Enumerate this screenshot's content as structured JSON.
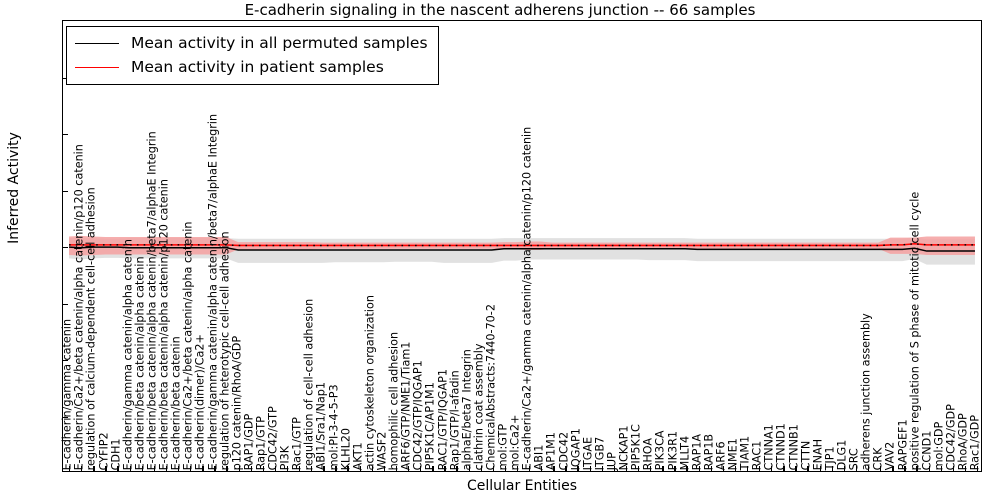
{
  "chart_data": {
    "type": "line",
    "title": "E-cadherin signaling in the nascent adherens junction -- 66 samples",
    "xlabel": "Cellular Entities",
    "ylabel": "Inferred Activity",
    "ylim": [
      -4,
      4
    ],
    "yticks": [
      -4,
      -3,
      -2,
      -1,
      0,
      1,
      2,
      3,
      4
    ],
    "grid": false,
    "legend_position": "upper left",
    "n_samples": 66,
    "categories": [
      "E-cadherin/gamma catenin",
      "E-cadherin/Ca2+/beta catenin/alpha catenin/p120 catenin",
      "regulation of calcium-dependent cell-cell adhesion",
      "CYFIP2",
      "CDH1",
      "E-cadherin/gamma catenin/alpha catenin",
      "E-cadherin/beta catenin/alpha catenin",
      "E-cadherin/beta catenin/alpha catenin/beta7/alphaE Integrin",
      "E-cadherin/beta catenin/alpha catenin/p120 catenin",
      "E-cadherin/beta catenin",
      "E-cadherin/Ca2+/beta catenin/alpha catenin",
      "E-cadherin(dimer)/Ca2+",
      "E-cadherin/gamma catenin/alpha catenin/beta7/alphaE Integrin",
      "regulation of heterotypic cell-cell adhesion",
      "p120 catenin/RhoA/GDP",
      "RAP1/GDP",
      "Rap1/GTP",
      "CDC42/GTP",
      "PI3K",
      "Rac1/GTP",
      "regulation of cell-cell adhesion",
      "ABI1/Sra1/Nap1",
      "mol:PI-3-4-5-P3",
      "KLHL20",
      "AKT1",
      "actin cytoskeleton organization",
      "WASF2",
      "homophilic cell adhesion",
      "ARF6/GTP/NME1/Tiam1",
      "CDC42/GTP/IQGAP1",
      "PIP5K1C/AP1M1",
      "RAC1/GTP/IQGAP1",
      "Rap1/GTP/l-afadin",
      "alphaE/beta7 Integrin",
      "clathrin coat assembly",
      "ChemicalAbstracts:7440-70-2",
      "mol:GTP",
      "mol:Ca2+",
      "E-cadherin/Ca2+/gamma catenin/alpha catenin/p120 catenin",
      "ABI1",
      "AP1M1",
      "CDC42",
      "IQGAP1",
      "ITGAE",
      "ITGB7",
      "JUP",
      "NCKAP1",
      "PIP5K1C",
      "RHOA",
      "PIK3CA",
      "PIK3R1",
      "MLLT4",
      "RAP1A",
      "RAP1B",
      "ARF6",
      "NME1",
      "TIAM1",
      "RAC1",
      "CTNNA1",
      "CTNND1",
      "CTNNB1",
      "CTTN",
      "ENAH",
      "TJP1",
      "DLG1",
      "SRC",
      "adherens junction assembly",
      "CRK",
      "VAV2",
      "RAPGEF1",
      "positive regulation of S phase of mitotic cell cycle",
      "CCND1",
      "mol:GDP",
      "CDC42/GDP",
      "RhoA/GDP",
      "Rac1/GDP"
    ],
    "series": [
      {
        "name": "Mean activity in all permuted samples",
        "color": "#000000",
        "style": "solid",
        "values": [
          -0.02,
          -0.03,
          -0.02,
          -0.02,
          -0.02,
          -0.03,
          -0.03,
          -0.03,
          -0.03,
          -0.03,
          -0.03,
          -0.03,
          -0.03,
          -0.03,
          -0.07,
          -0.07,
          -0.07,
          -0.07,
          -0.07,
          -0.07,
          -0.07,
          -0.07,
          -0.07,
          -0.07,
          -0.07,
          -0.07,
          -0.07,
          -0.07,
          -0.07,
          -0.07,
          -0.07,
          -0.07,
          -0.07,
          -0.07,
          -0.07,
          -0.07,
          -0.05,
          -0.05,
          -0.05,
          -0.05,
          -0.05,
          -0.05,
          -0.05,
          -0.05,
          -0.05,
          -0.05,
          -0.05,
          -0.05,
          -0.05,
          -0.05,
          -0.05,
          -0.05,
          -0.06,
          -0.06,
          -0.06,
          -0.06,
          -0.06,
          -0.06,
          -0.06,
          -0.06,
          -0.06,
          -0.06,
          -0.06,
          -0.06,
          -0.06,
          -0.06,
          -0.06,
          -0.06,
          -0.06,
          -0.06,
          -0.04,
          -0.09,
          -0.09,
          -0.09,
          -0.09,
          -0.09
        ],
        "band_lower": [
          -0.22,
          -0.24,
          -0.22,
          -0.21,
          -0.21,
          -0.22,
          -0.22,
          -0.22,
          -0.22,
          -0.22,
          -0.22,
          -0.22,
          -0.22,
          -0.22,
          -0.3,
          -0.3,
          -0.3,
          -0.3,
          -0.3,
          -0.3,
          -0.3,
          -0.3,
          -0.29,
          -0.29,
          -0.29,
          -0.29,
          -0.29,
          -0.28,
          -0.28,
          -0.28,
          -0.28,
          -0.3,
          -0.3,
          -0.3,
          -0.3,
          -0.3,
          -0.26,
          -0.26,
          -0.24,
          -0.24,
          -0.24,
          -0.24,
          -0.24,
          -0.24,
          -0.24,
          -0.24,
          -0.24,
          -0.24,
          -0.25,
          -0.25,
          -0.25,
          -0.25,
          -0.27,
          -0.27,
          -0.27,
          -0.27,
          -0.27,
          -0.27,
          -0.27,
          -0.27,
          -0.27,
          -0.27,
          -0.27,
          -0.27,
          -0.27,
          -0.27,
          -0.27,
          -0.27,
          -0.27,
          -0.27,
          -0.23,
          -0.33,
          -0.33,
          -0.33,
          -0.33,
          -0.33
        ],
        "band_upper": [
          0.14,
          0.15,
          0.14,
          0.13,
          0.13,
          0.14,
          0.14,
          0.14,
          0.14,
          0.14,
          0.14,
          0.14,
          0.14,
          0.14,
          0.13,
          0.13,
          0.13,
          0.13,
          0.13,
          0.13,
          0.13,
          0.13,
          0.13,
          0.13,
          0.13,
          0.13,
          0.13,
          0.13,
          0.13,
          0.13,
          0.13,
          0.13,
          0.13,
          0.13,
          0.13,
          0.13,
          0.14,
          0.14,
          0.14,
          0.14,
          0.14,
          0.14,
          0.14,
          0.14,
          0.14,
          0.14,
          0.14,
          0.14,
          0.14,
          0.14,
          0.14,
          0.14,
          0.13,
          0.13,
          0.13,
          0.13,
          0.13,
          0.13,
          0.13,
          0.13,
          0.13,
          0.13,
          0.13,
          0.13,
          0.13,
          0.13,
          0.13,
          0.13,
          0.13,
          0.13,
          0.16,
          0.12,
          0.12,
          0.12,
          0.12,
          0.12
        ]
      },
      {
        "name": "Mean activity in patient samples",
        "color": "#ff0000",
        "style": "dotted",
        "values": [
          0.02,
          0.02,
          0.02,
          0.02,
          0.02,
          0.02,
          0.02,
          0.02,
          0.02,
          0.02,
          0.02,
          0.02,
          0.02,
          0.02,
          0.01,
          0.01,
          0.01,
          0.01,
          0.01,
          0.01,
          0.01,
          0.01,
          0.01,
          0.01,
          0.01,
          0.01,
          0.01,
          0.01,
          0.01,
          0.01,
          0.01,
          0.01,
          0.01,
          0.01,
          0.01,
          0.01,
          0.01,
          0.01,
          0.01,
          0.01,
          0.01,
          0.01,
          0.01,
          0.01,
          0.01,
          0.01,
          0.01,
          0.01,
          0.01,
          0.01,
          0.01,
          0.01,
          0.01,
          0.01,
          0.01,
          0.01,
          0.01,
          0.01,
          0.01,
          0.01,
          0.01,
          0.01,
          0.01,
          0.01,
          0.01,
          0.01,
          0.01,
          0.01,
          0.02,
          0.02,
          0.04,
          0.02,
          0.02,
          0.02,
          0.02,
          0.02
        ],
        "band_lower": [
          -0.16,
          -0.17,
          -0.16,
          -0.15,
          -0.15,
          -0.15,
          -0.15,
          -0.15,
          -0.15,
          -0.15,
          -0.15,
          -0.15,
          -0.15,
          -0.15,
          -0.06,
          -0.06,
          -0.06,
          -0.06,
          -0.06,
          -0.06,
          -0.06,
          -0.05,
          -0.05,
          -0.05,
          -0.05,
          -0.05,
          -0.05,
          -0.05,
          -0.05,
          -0.05,
          -0.05,
          -0.05,
          -0.05,
          -0.05,
          -0.05,
          -0.05,
          -0.06,
          -0.06,
          -0.07,
          -0.07,
          -0.05,
          -0.05,
          -0.05,
          -0.05,
          -0.05,
          -0.05,
          -0.05,
          -0.05,
          -0.05,
          -0.05,
          -0.05,
          -0.05,
          -0.05,
          -0.05,
          -0.05,
          -0.05,
          -0.05,
          -0.05,
          -0.05,
          -0.05,
          -0.05,
          -0.05,
          -0.05,
          -0.05,
          -0.05,
          -0.05,
          -0.05,
          -0.05,
          -0.14,
          -0.14,
          -0.14,
          -0.16,
          -0.16,
          -0.16,
          -0.16,
          -0.16
        ],
        "band_upper": [
          0.17,
          0.18,
          0.17,
          0.16,
          0.16,
          0.16,
          0.16,
          0.16,
          0.16,
          0.16,
          0.16,
          0.16,
          0.16,
          0.16,
          0.07,
          0.07,
          0.07,
          0.07,
          0.07,
          0.07,
          0.07,
          0.06,
          0.06,
          0.06,
          0.06,
          0.06,
          0.06,
          0.06,
          0.06,
          0.06,
          0.06,
          0.06,
          0.06,
          0.06,
          0.06,
          0.06,
          0.07,
          0.07,
          0.08,
          0.08,
          0.06,
          0.06,
          0.06,
          0.06,
          0.06,
          0.06,
          0.06,
          0.06,
          0.06,
          0.06,
          0.06,
          0.06,
          0.06,
          0.06,
          0.06,
          0.06,
          0.06,
          0.06,
          0.06,
          0.06,
          0.06,
          0.06,
          0.06,
          0.06,
          0.06,
          0.06,
          0.06,
          0.06,
          0.15,
          0.15,
          0.15,
          0.17,
          0.17,
          0.17,
          0.17,
          0.17
        ]
      }
    ]
  },
  "legend": {
    "entries": [
      {
        "label": "Mean activity in all permuted samples",
        "color": "#000000"
      },
      {
        "label": "Mean activity in patient samples",
        "color": "#ff0000"
      }
    ]
  },
  "colors": {
    "permuted_line": "#000000",
    "permuted_band": "#c8c8c8",
    "patient_line": "#ff0000",
    "patient_band": "#f4a0a0",
    "axis": "#000000",
    "background": "#ffffff"
  }
}
